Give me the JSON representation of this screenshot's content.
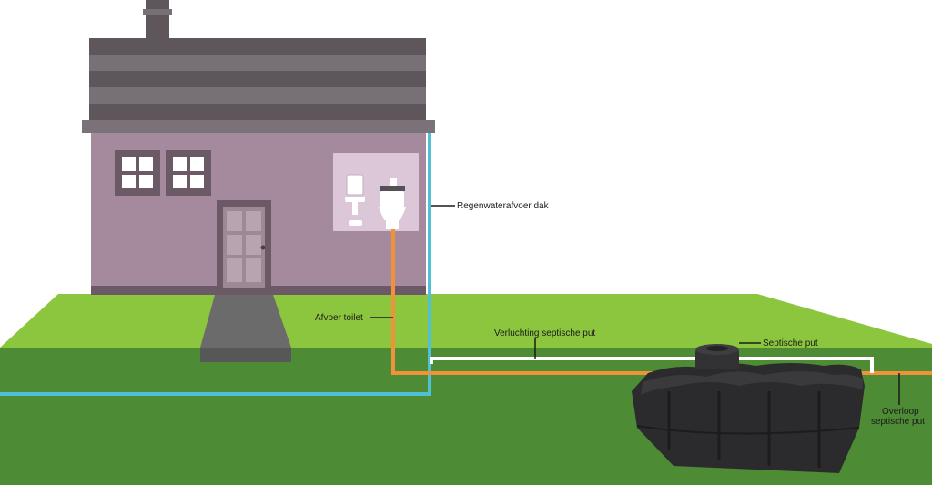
{
  "labels": {
    "rainwater": "Regenwaterafvoer dak",
    "toilet": "Afvoer toilet",
    "ventilation": "Verluchting septische put",
    "septic": "Septische put",
    "overflow_line1": "Overloop",
    "overflow_line2": "septische put"
  },
  "colors": {
    "sky": "#ffffff",
    "grass_top": "#8cc63f",
    "grass_front": "#4d8c35",
    "wall": "#a48a9c",
    "roof_dark": "#5e565b",
    "roof_light": "#777076",
    "trim": "#6b5a66",
    "bathroom": "#dcc7d8",
    "rain_pipe": "#4fc0d6",
    "toilet_pipe": "#f0923a",
    "vent_pipe": "#ffffff",
    "path": "#5c5c5c",
    "tank": "#2b2b2d"
  },
  "icons": [
    "window-icon",
    "door-icon",
    "sink-icon",
    "toilet-icon",
    "septic-tank-icon"
  ]
}
